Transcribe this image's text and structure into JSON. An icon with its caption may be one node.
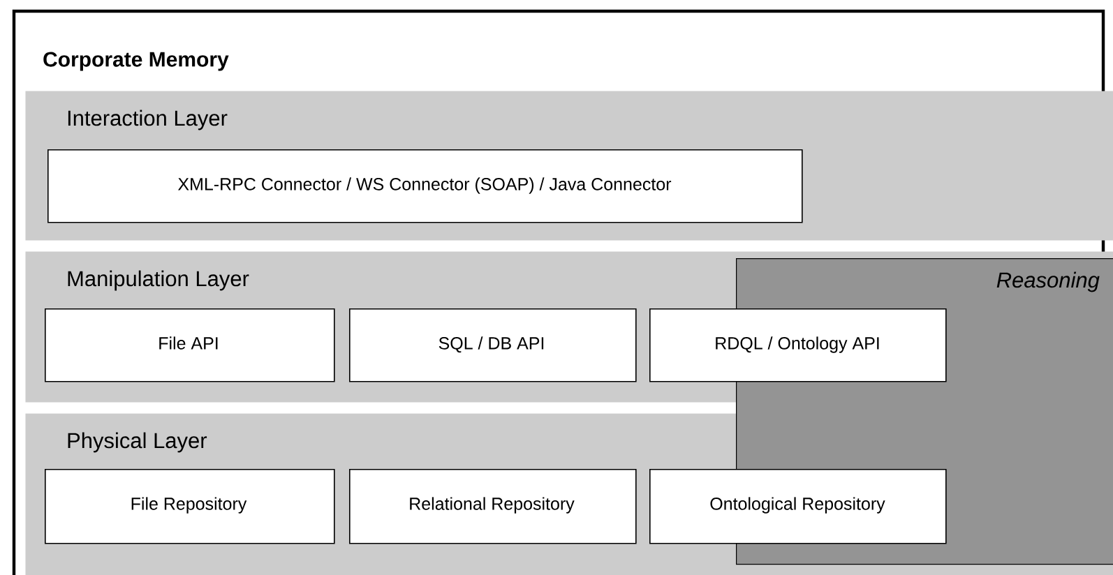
{
  "diagram": {
    "nodes": [
      {
        "text": [
          "Corporate Memory"
        ]
      },
      {
        "text": [
          "Interaction Layer"
        ],
        "in": 0
      },
      {
        "text": [
          "XML-RPC Connector / WS Connector (SOAP) / Java Connector"
        ],
        "in": 1
      },
      {
        "text": [
          "Manipulation Layer"
        ],
        "in": 0
      },
      {
        "text": [
          "File API"
        ],
        "in": 3
      },
      {
        "text": [
          "SQL / DB API"
        ],
        "in": 3
      },
      {
        "text": [
          "RDQL / Ontology API"
        ],
        "in": 3
      },
      {
        "text": [
          "Physical Layer"
        ],
        "in": 0
      },
      {
        "text": [
          "File Repository"
        ],
        "in": 7
      },
      {
        "text": [
          "Relational Repository"
        ],
        "in": 7
      },
      {
        "text": [
          "Ontological Repository"
        ],
        "in": 7
      },
      {
        "text": [
          "Reasoning"
        ],
        "in": 0
      }
    ]
  }
}
